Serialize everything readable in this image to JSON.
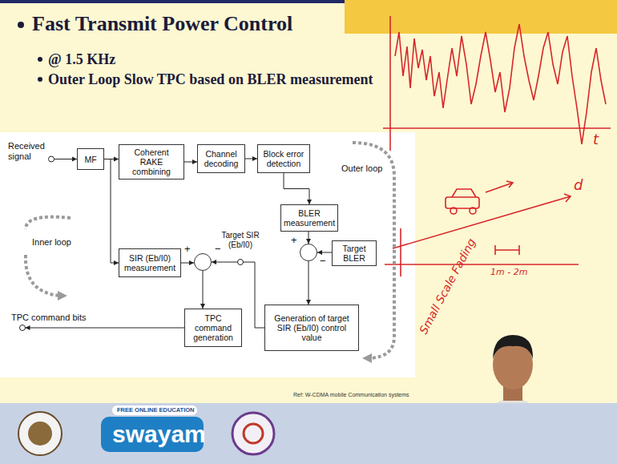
{
  "diagram": {
    "title": "Fast Transmit Power Control",
    "nodes": [
      {
        "text": [
          "MF"
        ]
      },
      {
        "text": [
          "Coherent RAKE combining"
        ]
      },
      {
        "text": [
          "Channel decoding"
        ]
      },
      {
        "text": [
          "Block error detection"
        ]
      },
      {
        "text": [
          "BLER measurement"
        ]
      },
      {
        "text": [
          "SIR (Eb/I0) measurement"
        ]
      },
      {
        "text": [
          "+",
          "−"
        ]
      },
      {
        "text": [
          "+",
          "−"
        ]
      },
      {
        "text": [
          "Target BLER"
        ]
      },
      {
        "text": [
          "TPC command generation"
        ]
      },
      {
        "text": [
          "Generation of target SIR (Eb/I0) control value"
        ]
      }
    ],
    "edges": [
      {
        "from": 0,
        "to": 1,
        "arrow": "to"
      },
      {
        "from": 1,
        "to": 2,
        "arrow": "to"
      },
      {
        "from": 2,
        "to": 3,
        "arrow": "to"
      },
      {
        "from": 3,
        "to": 4,
        "arrow": "to"
      },
      {
        "from": 0,
        "to": 5,
        "arrow": "to"
      },
      {
        "from": 5,
        "to": 6,
        "arrow": "to"
      },
      {
        "from": 6,
        "to": 9,
        "arrow": "to"
      },
      {
        "from": 4,
        "to": 7,
        "arrow": "to"
      },
      {
        "from": 8,
        "to": 7,
        "arrow": "to"
      },
      {
        "from": 7,
        "to": 10,
        "arrow": "to"
      },
      {
        "from": 10,
        "to": 6,
        "arrow": "to"
      }
    ],
    "labels": [
      "@ 1.5 KHz",
      "Outer Loop Slow TPC based on BLER measurement",
      "Received signal",
      "Outer loop",
      "Target SIR (Eb/I0)",
      "Inner loop",
      "TPC command bits",
      "Ref: W-CDMA mobile Communication systems",
      "t",
      "d",
      "1m - 2m",
      "Small Scale Fading",
      "FREE ONLINE EDUCATION",
      "swayam"
    ]
  }
}
